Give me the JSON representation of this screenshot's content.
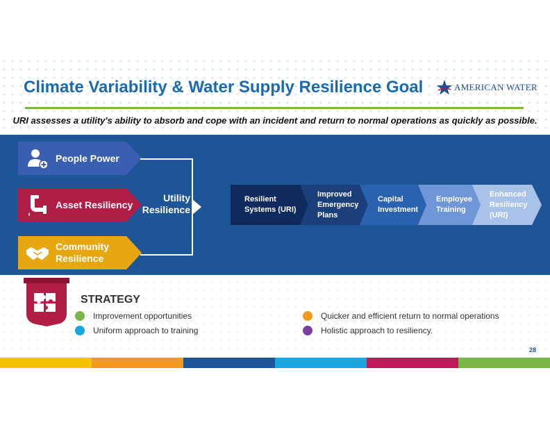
{
  "title": "Climate Variability & Water Supply Resilience Goal",
  "logo_text": "AMERICAN WATER",
  "subtitle": "URI assesses a utility's ability to absorb and cope with an incident and return to normal operations as quickly as possible.",
  "pillars": [
    {
      "line1": "People Power",
      "line2": "",
      "color": "#3a5fb0",
      "icon": "person-add-icon"
    },
    {
      "line1": "Asset Resiliency",
      "line2": "",
      "color": "#b01e46",
      "icon": "pipe-icon"
    },
    {
      "line1": "Community",
      "line2": "Resilience",
      "color": "#e7a712",
      "icon": "handshake-icon"
    }
  ],
  "utility": {
    "line1": "Utility",
    "line2": "Resilience"
  },
  "chevrons": [
    {
      "lines": [
        "Resilient",
        "Systems (URI)"
      ],
      "color": "#0f2a5c"
    },
    {
      "lines": [
        "Improved",
        "Emergency",
        "Plans"
      ],
      "color": "#1b3f7a"
    },
    {
      "lines": [
        "Capital",
        "Investment"
      ],
      "color": "#2b62b0"
    },
    {
      "lines": [
        "Employee",
        "Training"
      ],
      "color": "#6f96d6"
    },
    {
      "lines": [
        "Enhanced",
        "Resiliency",
        "(URI)"
      ],
      "color": "#a9c2ea"
    }
  ],
  "strategy": {
    "title": "STRATEGY",
    "items": [
      {
        "text": "Improvement opportunities",
        "color": "#7ab648"
      },
      {
        "text": "Uniform approach to training",
        "color": "#1aa6e0"
      },
      {
        "text": "Quicker and efficient return to normal operations",
        "color": "#f39a1e"
      },
      {
        "text": "Holistic approach to resiliency.",
        "color": "#7a3fa0"
      }
    ]
  },
  "page_number": "28",
  "stripe_colors": [
    "#f5c400",
    "#f39a1e",
    "#1f5496",
    "#1aa6e0",
    "#c2185b",
    "#7ab648"
  ]
}
